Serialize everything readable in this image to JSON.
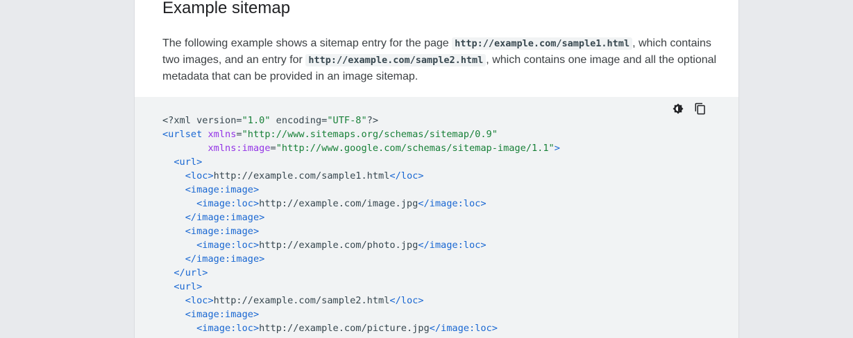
{
  "section": {
    "heading": "Example sitemap",
    "intro": {
      "part1": "The following example shows a sitemap entry for the page ",
      "code1": "http://example.com/sample1.html",
      "part2": ", which contains two images, and an entry for ",
      "code2": "http://example.com/sample2.html",
      "part3": ", which contains one image and all the optional metadata that can be provided in an image sitemap."
    }
  },
  "code_toolbar": {
    "theme_icon": "dark-theme-toggle-icon",
    "copy_icon": "copy-icon"
  },
  "colors": {
    "tag": "#1967d2",
    "attr": "#9334e6",
    "string": "#188038",
    "text": "#37474f",
    "code_bg": "#f1f3f4"
  },
  "code_lines": [
    [
      [
        "text",
        "<?xml version="
      ],
      [
        "str",
        "\"1.0\""
      ],
      [
        "text",
        " encoding="
      ],
      [
        "str",
        "\"UTF-8\""
      ],
      [
        "text",
        "?>"
      ]
    ],
    [
      [
        "tag",
        "<urlset "
      ],
      [
        "attr",
        "xmlns"
      ],
      [
        "text",
        "="
      ],
      [
        "str",
        "\"http://www.sitemaps.org/schemas/sitemap/0.9\""
      ]
    ],
    [
      [
        "text",
        "        "
      ],
      [
        "attr",
        "xmlns:image"
      ],
      [
        "text",
        "="
      ],
      [
        "str",
        "\"http://www.google.com/schemas/sitemap-image/1.1\""
      ],
      [
        "tag",
        ">"
      ]
    ],
    [
      [
        "text",
        "  "
      ],
      [
        "tag",
        "<url>"
      ]
    ],
    [
      [
        "text",
        "    "
      ],
      [
        "tag",
        "<loc>"
      ],
      [
        "text",
        "http://example.com/sample1.html"
      ],
      [
        "tag",
        "</loc>"
      ]
    ],
    [
      [
        "text",
        "    "
      ],
      [
        "tag",
        "<image:image>"
      ]
    ],
    [
      [
        "text",
        "      "
      ],
      [
        "tag",
        "<image:loc>"
      ],
      [
        "text",
        "http://example.com/image.jpg"
      ],
      [
        "tag",
        "</image:loc>"
      ]
    ],
    [
      [
        "text",
        "    "
      ],
      [
        "tag",
        "</image:image>"
      ]
    ],
    [
      [
        "text",
        "    "
      ],
      [
        "tag",
        "<image:image>"
      ]
    ],
    [
      [
        "text",
        "      "
      ],
      [
        "tag",
        "<image:loc>"
      ],
      [
        "text",
        "http://example.com/photo.jpg"
      ],
      [
        "tag",
        "</image:loc>"
      ]
    ],
    [
      [
        "text",
        "    "
      ],
      [
        "tag",
        "</image:image>"
      ]
    ],
    [
      [
        "text",
        "  "
      ],
      [
        "tag",
        "</url>"
      ]
    ],
    [
      [
        "text",
        "  "
      ],
      [
        "tag",
        "<url>"
      ]
    ],
    [
      [
        "text",
        "    "
      ],
      [
        "tag",
        "<loc>"
      ],
      [
        "text",
        "http://example.com/sample2.html"
      ],
      [
        "tag",
        "</loc>"
      ]
    ],
    [
      [
        "text",
        "    "
      ],
      [
        "tag",
        "<image:image>"
      ]
    ],
    [
      [
        "text",
        "      "
      ],
      [
        "tag",
        "<image:loc>"
      ],
      [
        "text",
        "http://example.com/picture.jpg"
      ],
      [
        "tag",
        "</image:loc>"
      ]
    ]
  ]
}
